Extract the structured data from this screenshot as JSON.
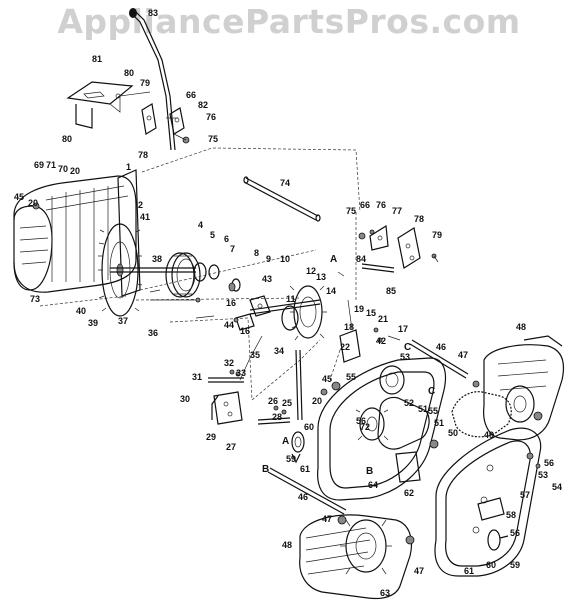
{
  "watermark": "AppliancePartsPros.com",
  "callouts": [
    "83",
    "81",
    "80",
    "79",
    "66",
    "82",
    "76",
    "75",
    "80",
    "78",
    "69",
    "71",
    "70",
    "20",
    "1",
    "2",
    "45",
    "20",
    "41",
    "73",
    "40",
    "39",
    "37",
    "74",
    "38",
    "4",
    "5",
    "6",
    "7",
    "8",
    "9",
    "10",
    "43",
    "16",
    "16",
    "44",
    "36",
    "11",
    "12",
    "13",
    "14",
    "35",
    "34",
    "31",
    "32",
    "33",
    "30",
    "29",
    "27",
    "26",
    "25",
    "28",
    "60",
    "59",
    "61",
    "20",
    "45",
    "55",
    "56",
    "72",
    "52",
    "51",
    "50",
    "49",
    "48",
    "47",
    "46",
    "53",
    "18",
    "15",
    "21",
    "42",
    "17",
    "75",
    "66",
    "76",
    "77",
    "78",
    "79",
    "84",
    "85",
    "A",
    "A",
    "B",
    "B",
    "C",
    "C",
    "64",
    "62",
    "57",
    "58",
    "56",
    "60",
    "59",
    "61",
    "54",
    "53",
    "56",
    "46",
    "47",
    "48",
    "63",
    "47",
    "51",
    "55",
    "19",
    "22"
  ],
  "icons": {
    "handle": "shift-lever-icon",
    "gear": "sprocket-icon",
    "chain": "chain-icon",
    "pulley": "pulley-icon"
  }
}
